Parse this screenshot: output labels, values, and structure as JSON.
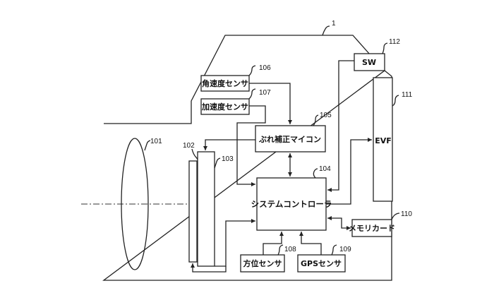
{
  "diagram": {
    "type": "camera block diagram",
    "body_ref": "1",
    "components": {
      "lens": {
        "ref": "101"
      },
      "image_sensor_102": {
        "ref": "102"
      },
      "image_sensor_103": {
        "ref": "103"
      },
      "system_controller": {
        "ref": "104",
        "label": "システムコントローラ"
      },
      "stabilizer_mcu": {
        "ref": "105",
        "label": "ぶれ補正マイコン"
      },
      "gyro_sensor": {
        "ref": "106",
        "label": "角速度センサ"
      },
      "accel_sensor": {
        "ref": "107",
        "label": "加速度センサ"
      },
      "orientation_sensor": {
        "ref": "108",
        "label": "方位センサ"
      },
      "gps_sensor": {
        "ref": "109",
        "label": "GPSセンサ"
      },
      "memory_card": {
        "ref": "110",
        "label": "メモリカード"
      },
      "evf": {
        "ref": "111",
        "label": "EVF"
      },
      "switch": {
        "ref": "112",
        "label": "SW"
      }
    },
    "connections": [
      {
        "from": "角速度センサ",
        "to": "ぶれ補正マイコン"
      },
      {
        "from": "加速度センサ",
        "to": "ぶれ補正マイコン / システムコントローラ"
      },
      {
        "from": "ぶれ補正マイコン",
        "to": "103"
      },
      {
        "from": "ぶれ補正マイコン",
        "to": "システムコントローラ",
        "bidirectional": true
      },
      {
        "from": "SW",
        "to": "システムコントローラ"
      },
      {
        "from": "システムコントローラ",
        "to": "EVF"
      },
      {
        "from": "システムコントローラ",
        "to": "メモリカード",
        "bidirectional": true
      },
      {
        "from": "方位センサ",
        "to": "システムコントローラ"
      },
      {
        "from": "GPSセンサ",
        "to": "システムコントローラ"
      },
      {
        "from": "103",
        "to": "システムコントローラ"
      },
      {
        "from": "システムコントローラ",
        "to": "102"
      }
    ]
  }
}
